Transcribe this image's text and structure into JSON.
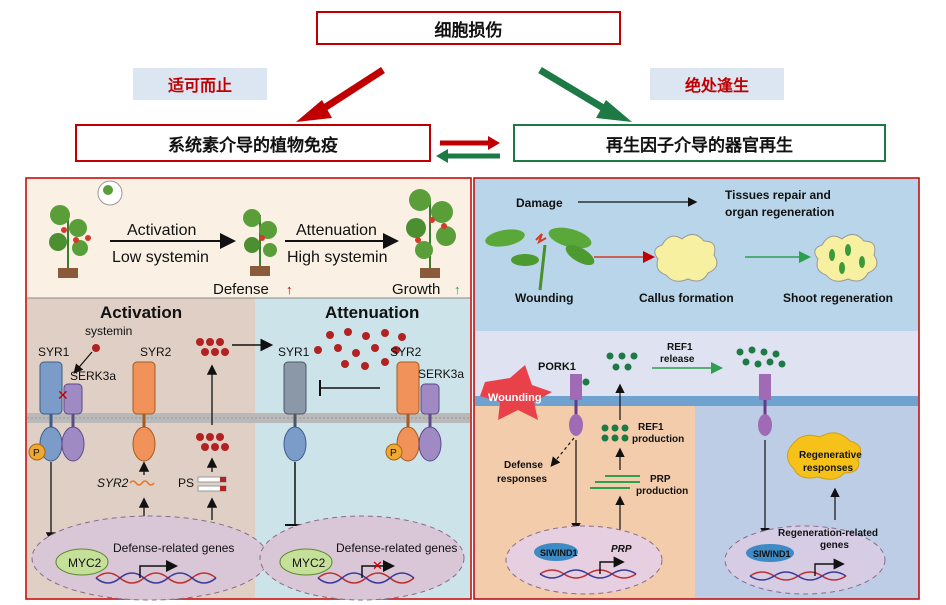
{
  "header": {
    "root": "细胞损伤",
    "left_tag": "适可而止",
    "right_tag": "绝处逢生",
    "left_box": "系统素介导的植物免疫",
    "right_box": "再生因子介导的器官再生"
  },
  "left_panel": {
    "top": {
      "activation": "Activation",
      "low": "Low systemin",
      "attenuation": "Attenuation",
      "high": "High systemin",
      "defense": "Defense",
      "growth": "Growth"
    },
    "activation": {
      "title": "Activation",
      "systemin": "systemin",
      "syr1": "SYR1",
      "serk3a": "SERK3a",
      "syr2": "SYR2",
      "p": "P",
      "syr2_gene": "SYR2",
      "ps": "PS",
      "myc2": "MYC2",
      "genes": "Defense-related genes"
    },
    "attenuation": {
      "title": "Attenuation",
      "syr1": "SYR1",
      "syr2": "SYR2",
      "serk3a": "SERK3a",
      "p": "P",
      "myc2": "MYC2",
      "genes": "Defense-related genes"
    }
  },
  "right_panel": {
    "top": {
      "damage": "Damage",
      "repair": "Tissues repair and",
      "repair2": "organ regeneration",
      "wounding": "Wounding",
      "callus": "Callus formation",
      "shoot": "Shoot regeneration"
    },
    "bottom": {
      "pork1": "PORK1",
      "ref1_release": "REF1",
      "ref1_release2": "release",
      "wounding": "Wounding",
      "ref1_prod": "REF1",
      "ref1_prod2": "production",
      "defense": "Defense",
      "defense2": "responses",
      "prp_prod": "PRP",
      "prp_prod2": "production",
      "siwind1": "SlWIND1",
      "prp_gene": "PRP",
      "regen": "Regenerative",
      "regen2": "responses",
      "regen_genes": "Regeneration-related",
      "regen_genes2": "genes",
      "siwind1_b": "SlWIND1"
    }
  },
  "colors": {
    "red": "#c00000",
    "green": "#1e7a45",
    "tag_bg": "#dce6f2"
  }
}
